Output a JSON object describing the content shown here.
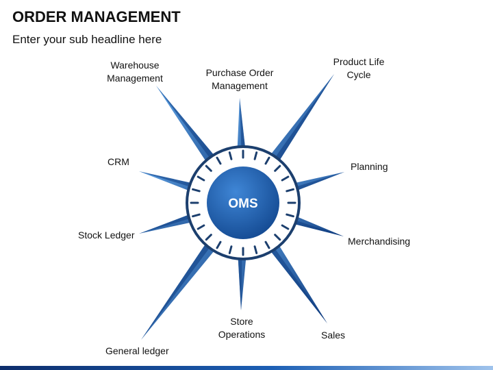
{
  "header": {
    "title": "ORDER MANAGEMENT",
    "subtitle": "Enter your sub headline here"
  },
  "diagram": {
    "center": "OMS",
    "labels": {
      "warehouse": "Warehouse\nManagement",
      "purchase_order": "Purchase Order\nManagement",
      "product_life_cycle": "Product Life\nCycle",
      "crm": "CRM",
      "planning": "Planning",
      "stock_ledger": "Stock Ledger",
      "merchandising": "Merchandising",
      "store_operations": "Store\nOperations",
      "sales": "Sales",
      "general_ledger": "General ledger"
    }
  },
  "colors": {
    "ray_dark": "#0f3c7f",
    "ray_light": "#2f7fd0",
    "hub": "#1f63b8",
    "ring": "#1c3f6e"
  }
}
